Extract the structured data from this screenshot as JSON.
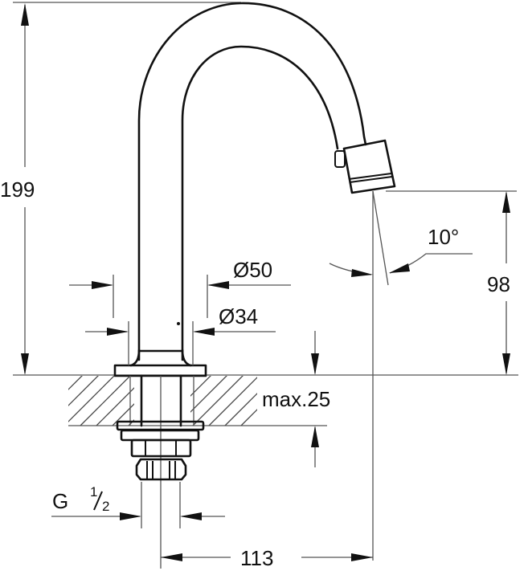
{
  "drawing": {
    "subject": "Pillar tap with swivel spout - dimension drawing",
    "dimensions": {
      "total_height": "199",
      "outlet_height": "98",
      "projection": "113",
      "spout_angle": "10°",
      "flange_diameter": "Ø50",
      "body_diameter": "Ø34",
      "max_deck_thickness": "max.25",
      "connection_thread_prefix": "G",
      "connection_thread_num": "1",
      "connection_thread_den": "2"
    },
    "colors": {
      "line": "#111111",
      "dimension_line": "#555555",
      "background": "#ffffff"
    }
  }
}
